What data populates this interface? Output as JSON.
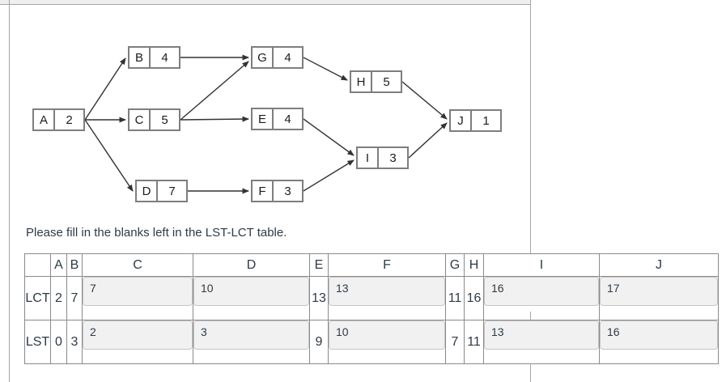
{
  "colors": {
    "pane_border": "#a6a6a6",
    "strip_bg": "#efefef",
    "table_border": "#8a8a8a",
    "text_slate": "#2d3b45",
    "node_border": "#7e7e7e",
    "node_text": "#1c1c1c",
    "edge": "#333333",
    "input_bg": "#f1f1f1",
    "input_border": "#c5c5c5",
    "input_text": "#2d3b45"
  },
  "prompt": "Please fill in the blanks left in the LST-LCT table.",
  "diagram": {
    "nodes": {
      "A": {
        "label": "A",
        "duration": "2"
      },
      "B": {
        "label": "B",
        "duration": "4"
      },
      "C": {
        "label": "C",
        "duration": "5"
      },
      "D": {
        "label": "D",
        "duration": "7"
      },
      "E": {
        "label": "E",
        "duration": "4"
      },
      "F": {
        "label": "F",
        "duration": "3"
      },
      "G": {
        "label": "G",
        "duration": "4"
      },
      "H": {
        "label": "H",
        "duration": "5"
      },
      "I": {
        "label": "I",
        "duration": "3"
      },
      "J": {
        "label": "J",
        "duration": "1"
      }
    },
    "edges": [
      [
        "A",
        "B"
      ],
      [
        "A",
        "C"
      ],
      [
        "A",
        "D"
      ],
      [
        "B",
        "G"
      ],
      [
        "C",
        "G"
      ],
      [
        "C",
        "E"
      ],
      [
        "D",
        "F"
      ],
      [
        "G",
        "H"
      ],
      [
        "E",
        "I"
      ],
      [
        "F",
        "I"
      ],
      [
        "H",
        "J"
      ],
      [
        "I",
        "J"
      ]
    ]
  },
  "table": {
    "columns": [
      "",
      "A",
      "B",
      "C",
      "D",
      "E",
      "F",
      "G",
      "H",
      "I",
      "J"
    ],
    "rows": [
      {
        "label": "LCT",
        "cells": [
          {
            "type": "static",
            "value": "2"
          },
          {
            "type": "static",
            "value": "7"
          },
          {
            "type": "input",
            "value": "7"
          },
          {
            "type": "input",
            "value": "10"
          },
          {
            "type": "static",
            "value": "13"
          },
          {
            "type": "input",
            "value": "13"
          },
          {
            "type": "static",
            "value": "11"
          },
          {
            "type": "static",
            "value": "16"
          },
          {
            "type": "input",
            "value": "16"
          },
          {
            "type": "input",
            "value": "17"
          }
        ]
      },
      {
        "label": "LST",
        "cells": [
          {
            "type": "static",
            "value": "0"
          },
          {
            "type": "static",
            "value": "3"
          },
          {
            "type": "input",
            "value": "2"
          },
          {
            "type": "input",
            "value": "3"
          },
          {
            "type": "static",
            "value": "9"
          },
          {
            "type": "input",
            "value": "10"
          },
          {
            "type": "static",
            "value": "7"
          },
          {
            "type": "static",
            "value": "11"
          },
          {
            "type": "input",
            "value": "13"
          },
          {
            "type": "input",
            "value": "16"
          }
        ]
      }
    ]
  }
}
